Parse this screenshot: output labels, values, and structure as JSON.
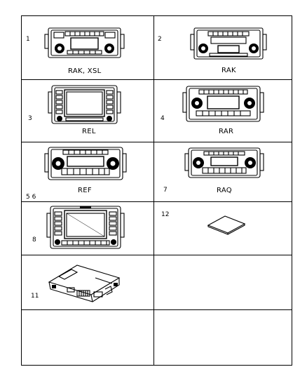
{
  "cells": [
    {
      "num": "1",
      "label": "RAK,  XSL"
    },
    {
      "num": "2",
      "label": "RAK"
    },
    {
      "num": "3",
      "label": "REL"
    },
    {
      "num": "4",
      "label": "RAR"
    },
    {
      "num": "5  6",
      "label": "REF"
    },
    {
      "num": "7",
      "label": "RAQ"
    },
    {
      "num": "8",
      "label": ""
    },
    {
      "num": "12",
      "label": ""
    },
    {
      "num": "11",
      "label": ""
    }
  ]
}
